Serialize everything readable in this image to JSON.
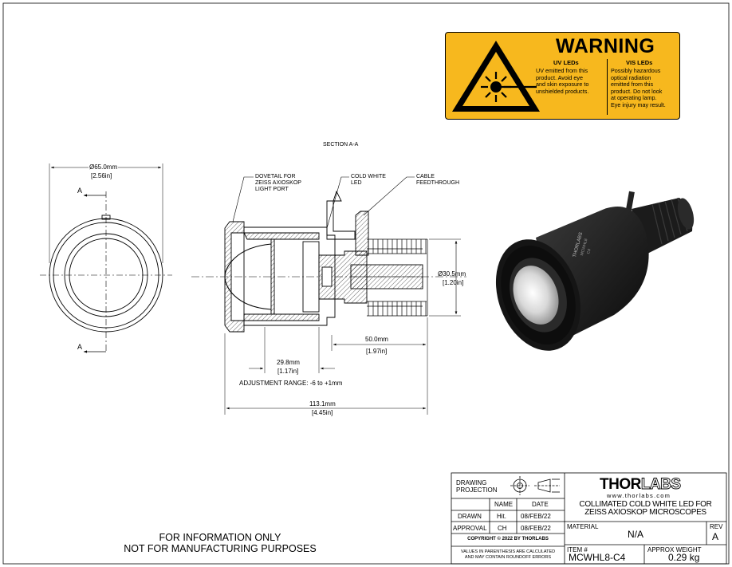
{
  "warning": {
    "title": "WARNING",
    "uv_heading": "UV LEDs",
    "uv_text": "UV emitted from this\nproduct. Avoid eye\nand skin exposure to\nunshielded products.",
    "vis_heading": "VIS LEDs",
    "vis_text": "Possibly hazardous\noptical radiation\nemitted from this\nproduct. Do not look\nat operating lamp.\nEye injury may result.",
    "color": "#f7b81e"
  },
  "drawing": {
    "section_title": "SECTION A-A",
    "front_view": {
      "diameter": "Ø65.0mm",
      "diameter_in": "[2.56in]",
      "section_mark_top": "A",
      "section_mark_bottom": "A"
    },
    "callouts": {
      "dovetail": [
        "DOVETAIL FOR",
        "ZEISS AXIOSKOP",
        "LIGHT PORT"
      ],
      "led": [
        "COLD WHITE",
        "LED"
      ],
      "cable": [
        "CABLE",
        "FEEDTHROUGH"
      ]
    },
    "dimensions": {
      "heatsink_diameter": "Ø30.5mm",
      "heatsink_diameter_in": "[1.20in]",
      "heatsink_length": "50.0mm",
      "heatsink_length_in": "[1.97in]",
      "adjust_length": "29.8mm",
      "adjust_length_in": "[1.17in]",
      "adjustment_range": "ADJUSTMENT RANGE: -6 to +1mm",
      "overall_length": "113.1mm",
      "overall_length_in": "[4.45in]"
    },
    "product_engraving": [
      "THORLABS",
      "MCWHL8",
      "C4"
    ]
  },
  "notice": [
    "FOR INFORMATION ONLY",
    "NOT FOR MANUFACTURING PURPOSES"
  ],
  "title_block": {
    "projection_label": [
      "DRAWING",
      "PROJECTION"
    ],
    "col_name": "NAME",
    "col_date": "DATE",
    "drawn_label": "DRAWN",
    "drawn_name": "Hit.",
    "drawn_date": "08/FEB/22",
    "approval_label": "APPROVAL",
    "approval_name": "CH",
    "approval_date": "08/FEB/22",
    "copyright": "COPYRIGHT © 2022 BY THORLABS",
    "roundoff": [
      "VALUES IN PARENTHESIS ARE CALCULATED",
      "AND MAY CONTAIN ROUNDOFF ERRORS"
    ],
    "logo_thor": "THOR",
    "logo_labs": "LABS",
    "website": "www.thorlabs.com",
    "title": [
      "COLLIMATED COLD WHITE LED FOR",
      "ZEISS AXIOSKOP MICROSCOPES"
    ],
    "material_label": "MATERIAL",
    "material": "N/A",
    "rev_label": "REV",
    "rev": "A",
    "item_label": "ITEM #",
    "item": "MCWHL8-C4",
    "weight_label": "APPROX WEIGHT",
    "weight": "0.29 kg"
  }
}
